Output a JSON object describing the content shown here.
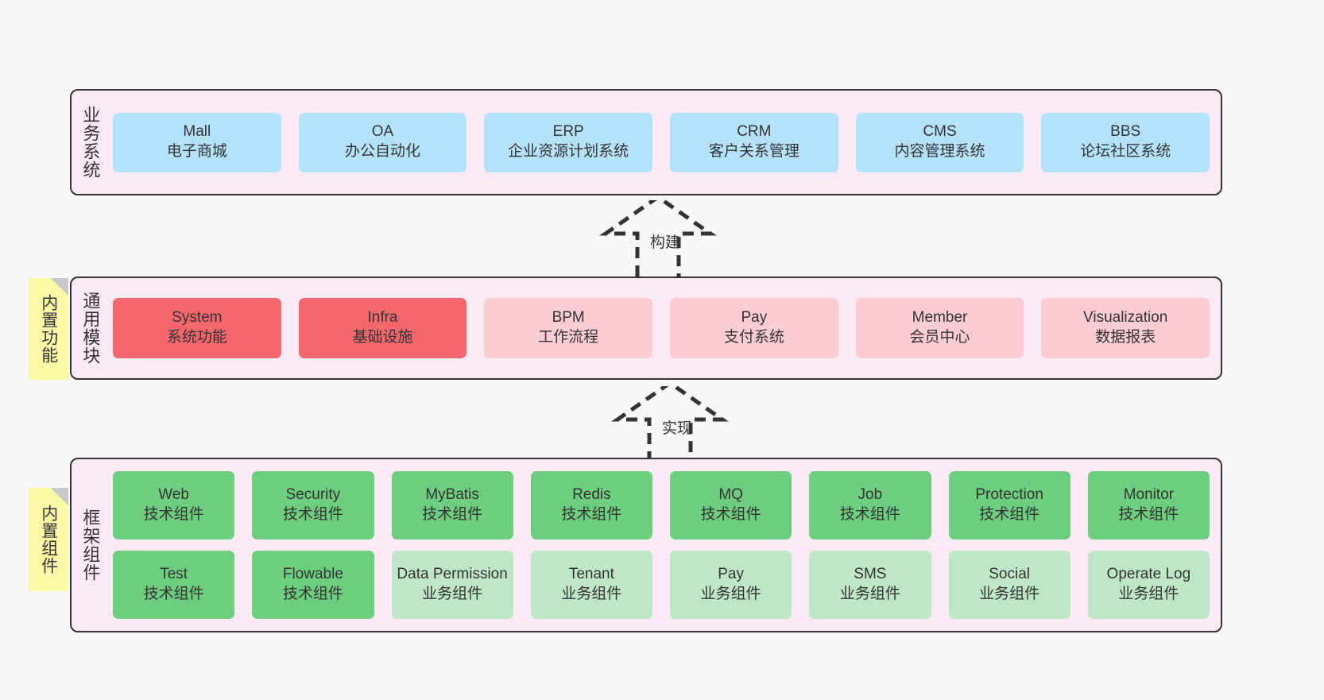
{
  "diagram": {
    "title": "",
    "background_color": "#f8f8f8",
    "panel_color": "#fbeaf4",
    "panel_border_color": "#333333",
    "sticky_color": "#fbf8a8"
  },
  "layers": [
    {
      "id": "business",
      "title": "业务系统",
      "sticky": null,
      "rows": [
        {
          "cards": [
            {
              "en": "Mall",
              "cn": "电子商城",
              "color_key": "blue",
              "color": "#b5e2fb"
            },
            {
              "en": "OA",
              "cn": "办公自动化",
              "color_key": "blue",
              "color": "#b5e2fb"
            },
            {
              "en": "ERP",
              "cn": "企业资源计划系统",
              "color_key": "blue",
              "color": "#b5e2fb"
            },
            {
              "en": "CRM",
              "cn": "客户关系管理",
              "color_key": "blue",
              "color": "#b5e2fb"
            },
            {
              "en": "CMS",
              "cn": "内容管理系统",
              "color_key": "blue",
              "color": "#b5e2fb"
            },
            {
              "en": "BBS",
              "cn": "论坛社区系统",
              "color_key": "blue",
              "color": "#b5e2fb"
            }
          ]
        }
      ]
    },
    {
      "id": "common",
      "title": "通用模块",
      "sticky": "内置功能",
      "rows": [
        {
          "cards": [
            {
              "en": "System",
              "cn": "系统功能",
              "color_key": "red",
              "color": "#f4686d"
            },
            {
              "en": "Infra",
              "cn": "基础设施",
              "color_key": "red",
              "color": "#f4686d"
            },
            {
              "en": "BPM",
              "cn": "工作流程",
              "color_key": "pink",
              "color": "#fbccd4"
            },
            {
              "en": "Pay",
              "cn": "支付系统",
              "color_key": "pink",
              "color": "#fbccd4"
            },
            {
              "en": "Member",
              "cn": "会员中心",
              "color_key": "pink",
              "color": "#fbccd4"
            },
            {
              "en": "Visualization",
              "cn": "数据报表",
              "color_key": "pink",
              "color": "#fbccd4"
            }
          ]
        }
      ]
    },
    {
      "id": "framework",
      "title": "框架组件",
      "sticky": "内置组件",
      "rows": [
        {
          "cards": [
            {
              "en": "Web",
              "cn": "技术组件",
              "color_key": "green",
              "color": "#6ece7f"
            },
            {
              "en": "Security",
              "cn": "技术组件",
              "color_key": "green",
              "color": "#6ece7f"
            },
            {
              "en": "MyBatis",
              "cn": "技术组件",
              "color_key": "green",
              "color": "#6ece7f"
            },
            {
              "en": "Redis",
              "cn": "技术组件",
              "color_key": "green",
              "color": "#6ece7f"
            },
            {
              "en": "MQ",
              "cn": "技术组件",
              "color_key": "green",
              "color": "#6ece7f"
            },
            {
              "en": "Job",
              "cn": "技术组件",
              "color_key": "green",
              "color": "#6ece7f"
            },
            {
              "en": "Protection",
              "cn": "技术组件",
              "color_key": "green",
              "color": "#6ece7f"
            },
            {
              "en": "Monitor",
              "cn": "技术组件",
              "color_key": "green",
              "color": "#6ece7f"
            }
          ]
        },
        {
          "cards": [
            {
              "en": "Test",
              "cn": "技术组件",
              "color_key": "green",
              "color": "#6ece7f"
            },
            {
              "en": "Flowable",
              "cn": "技术组件",
              "color_key": "green",
              "color": "#6ece7f"
            },
            {
              "en": "Data Permission",
              "cn": "业务组件",
              "color_key": "lightgreen",
              "color": "#bfe7c6"
            },
            {
              "en": "Tenant",
              "cn": "业务组件",
              "color_key": "lightgreen",
              "color": "#bfe7c6"
            },
            {
              "en": "Pay",
              "cn": "业务组件",
              "color_key": "lightgreen",
              "color": "#bfe7c6"
            },
            {
              "en": "SMS",
              "cn": "业务组件",
              "color_key": "lightgreen",
              "color": "#bfe7c6"
            },
            {
              "en": "Social",
              "cn": "业务组件",
              "color_key": "lightgreen",
              "color": "#bfe7c6"
            },
            {
              "en": "Operate Log",
              "cn": "业务组件",
              "color_key": "lightgreen",
              "color": "#bfe7c6"
            }
          ]
        }
      ]
    }
  ],
  "arrows": [
    {
      "id": "build",
      "label": "构建",
      "style": "dashed-hollow-up"
    },
    {
      "id": "implement",
      "label": "实现",
      "style": "dashed-hollow-up"
    }
  ]
}
